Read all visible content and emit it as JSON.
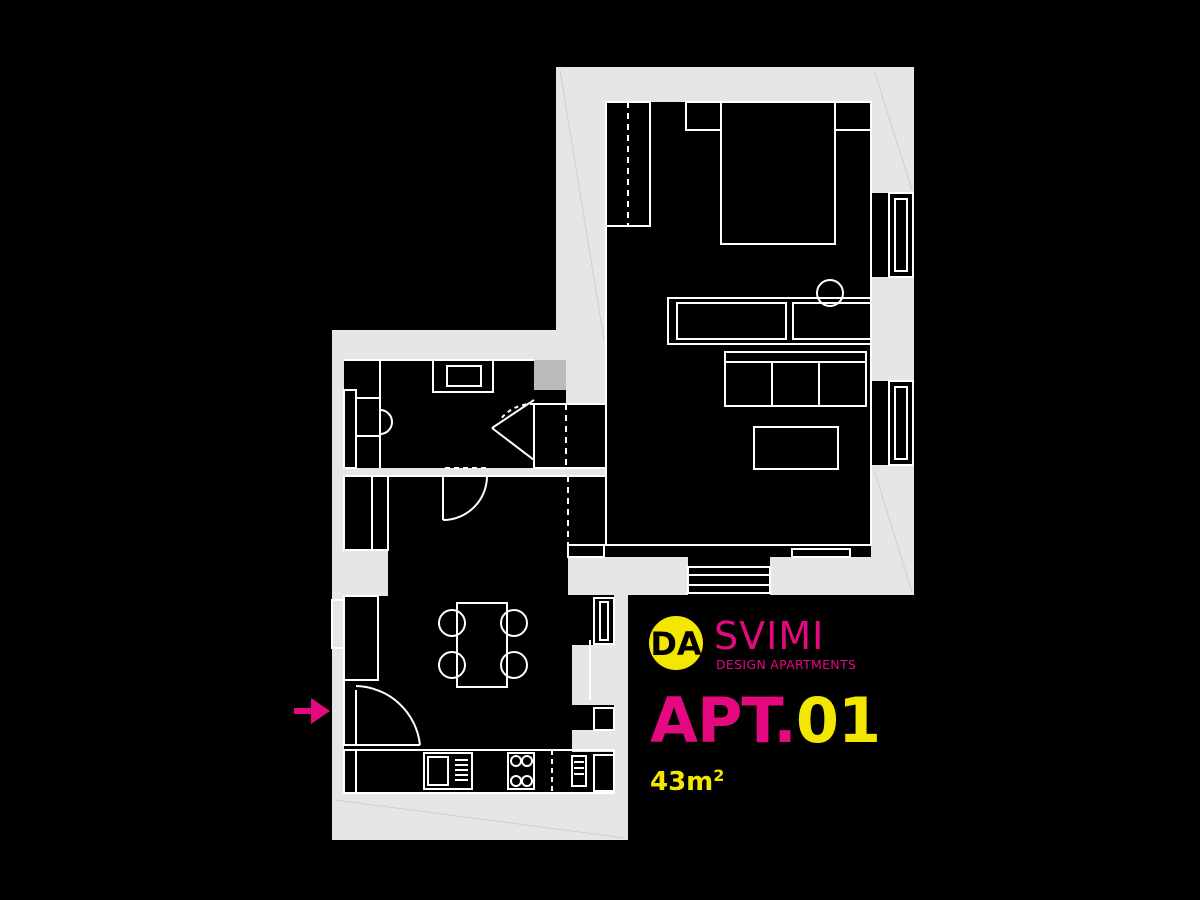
{
  "colors": {
    "background": "#000000",
    "wall": "#e6e6e6",
    "line": "#ffffff",
    "magenta": "#e5097f",
    "yellow": "#f3e600",
    "logo_text": "#000000"
  },
  "logo": {
    "mark": "DA",
    "name": "SVIMI",
    "subtitle": "DESIGN APARTMENTS"
  },
  "apartment": {
    "label_prefix": "APT.",
    "label_number": "01",
    "area_value": "43m",
    "area_unit_exponent": "2"
  },
  "plan": {
    "entrance_arrow_icon": "arrow-right-icon",
    "rooms": [
      "bedroom-living",
      "bathroom",
      "kitchen-dining",
      "hallway"
    ]
  }
}
